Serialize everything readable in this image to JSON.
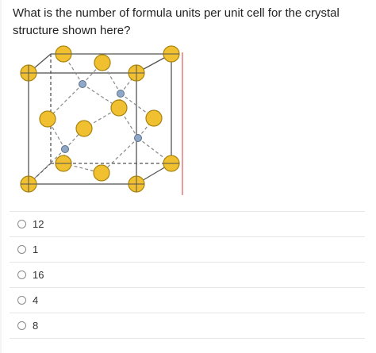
{
  "question": {
    "text": "What is the number of formula units per unit cell for the crystal structure shown here?"
  },
  "figure": {
    "large_atom_color": "#f0c030",
    "large_atom_stroke": "#a88410",
    "small_atom_color": "#8fa8c8",
    "small_atom_stroke": "#5a6f8c",
    "cell_line_color": "#555555",
    "bond_line_color": "#777777",
    "edge_accent_color": "#d03a3a"
  },
  "answers": [
    {
      "label": "12"
    },
    {
      "label": "1"
    },
    {
      "label": "16"
    },
    {
      "label": "4"
    },
    {
      "label": "8"
    }
  ]
}
